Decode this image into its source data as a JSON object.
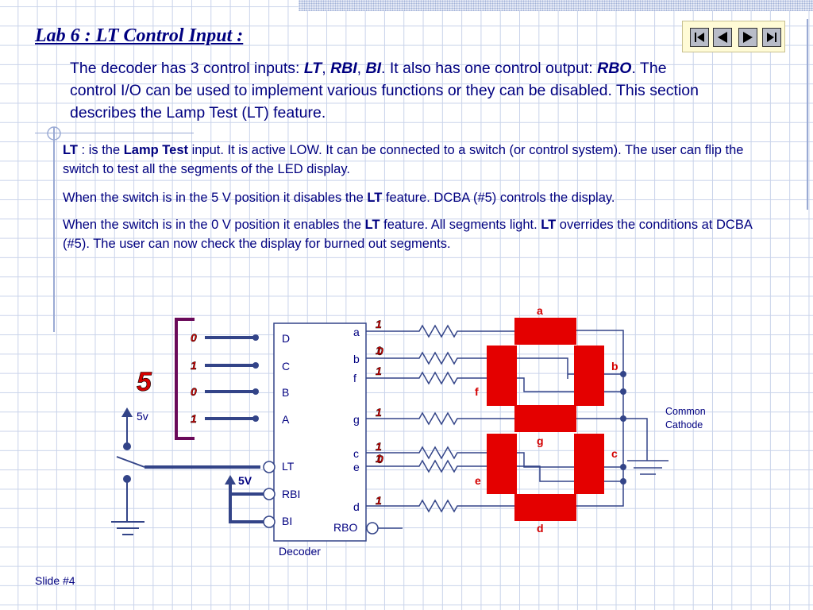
{
  "title": "Lab 6 : LT Control Input :",
  "nav": {
    "first_icon": "first-slide-icon",
    "prev_icon": "previous-slide-icon",
    "next_icon": "next-slide-icon",
    "last_icon": "last-slide-icon"
  },
  "intro": {
    "p1": "The decoder has 3 control inputs: ",
    "lt": "LT",
    "sep1": ", ",
    "rbi": "RBI",
    "sep2": ", ",
    "bi": "BI",
    "p2": ". It also has one control output: ",
    "rbo": "RBO",
    "p3": ". The control I/O can be used to implement various functions or they can be disabled. This section describes the Lamp Test (LT) feature."
  },
  "bullets": {
    "b1_lt": "LT",
    "b1_a": " : is the ",
    "b1_lamp": "Lamp Test",
    "b1_b": " input. It is active LOW. It can be connected to a switch (or control system). The user can flip the switch to test all the segments of the LED display.",
    "b2_a": "When the switch is in the 5 V position it disables the ",
    "b2_lt": "LT",
    "b2_b": " feature. DCBA (#5) controls the display.",
    "b3_a": "When the switch is in the 0 V position it enables the ",
    "b3_lt": "LT",
    "b3_b": " feature. All segments light.  ",
    "b3_lt2": "LT",
    "b3_c": " overrides the conditions at DCBA (#5). The user can now check the display for burned out segments."
  },
  "circuit": {
    "number": "5",
    "supply_left": "5v",
    "supply_bias": "5V",
    "input_bits": [
      "0",
      "1",
      "0",
      "1"
    ],
    "decoder_inputs": [
      "D",
      "C",
      "B",
      "A",
      "LT",
      "RBI",
      "BI"
    ],
    "decoder_outputs": [
      "a",
      "b",
      "f",
      "g",
      "c",
      "e",
      "d",
      "RBO"
    ],
    "output_bits": [
      "1",
      "1",
      "1",
      "1",
      "1",
      "1",
      "1"
    ],
    "output_bits_under": [
      "0",
      "0"
    ],
    "decoder_label": "Decoder",
    "segment_labels": [
      "a",
      "b",
      "f",
      "g",
      "c",
      "e",
      "d"
    ],
    "common_cathode": [
      "Common",
      "Cathode"
    ]
  },
  "slide_number": "Slide #4",
  "colors": {
    "text": "#000080",
    "segment": "#e40000",
    "bits": "#d40000",
    "wire": "#334488",
    "bracket": "#6a0a5a"
  }
}
